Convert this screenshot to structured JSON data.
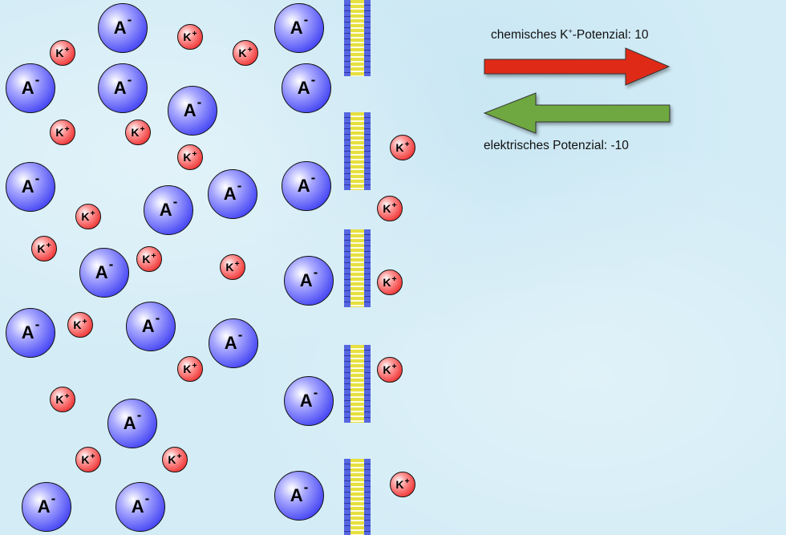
{
  "particles": {
    "anion": {
      "letter": "A",
      "sign": "-"
    },
    "cation": {
      "letter": "K",
      "sign": "+"
    }
  },
  "legend": {
    "chemical_prefix": "chemisches K",
    "chemical_sup": "+",
    "chemical_suffix": "-Potenzial: 10",
    "chemical_value": 10,
    "electrical_label": "elektrisches Potenzial: -10",
    "electrical_value": -10
  },
  "colors": {
    "chemical_arrow": "#e02a18",
    "electrical_arrow": "#6fa840"
  }
}
